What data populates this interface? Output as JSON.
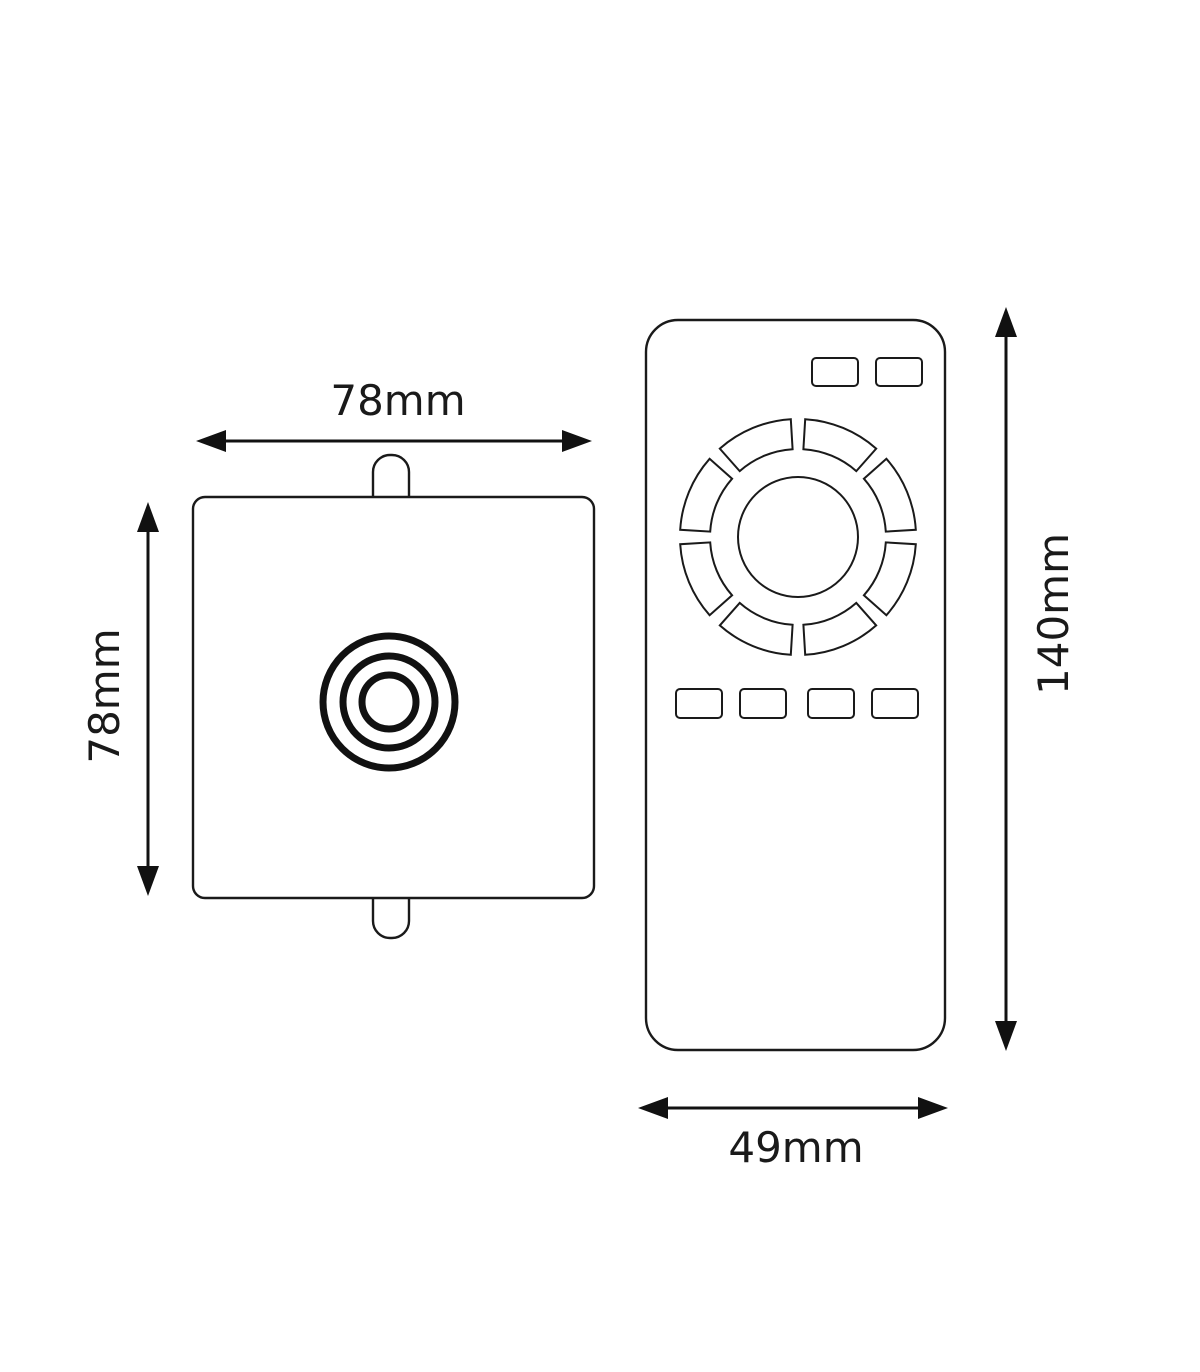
{
  "controller": {
    "width_label": "78mm",
    "height_label": "78mm"
  },
  "remote": {
    "width_label": "49mm",
    "height_label": "140mm"
  },
  "colors": {
    "line": "#1a1a1a",
    "background": "#ffffff"
  }
}
